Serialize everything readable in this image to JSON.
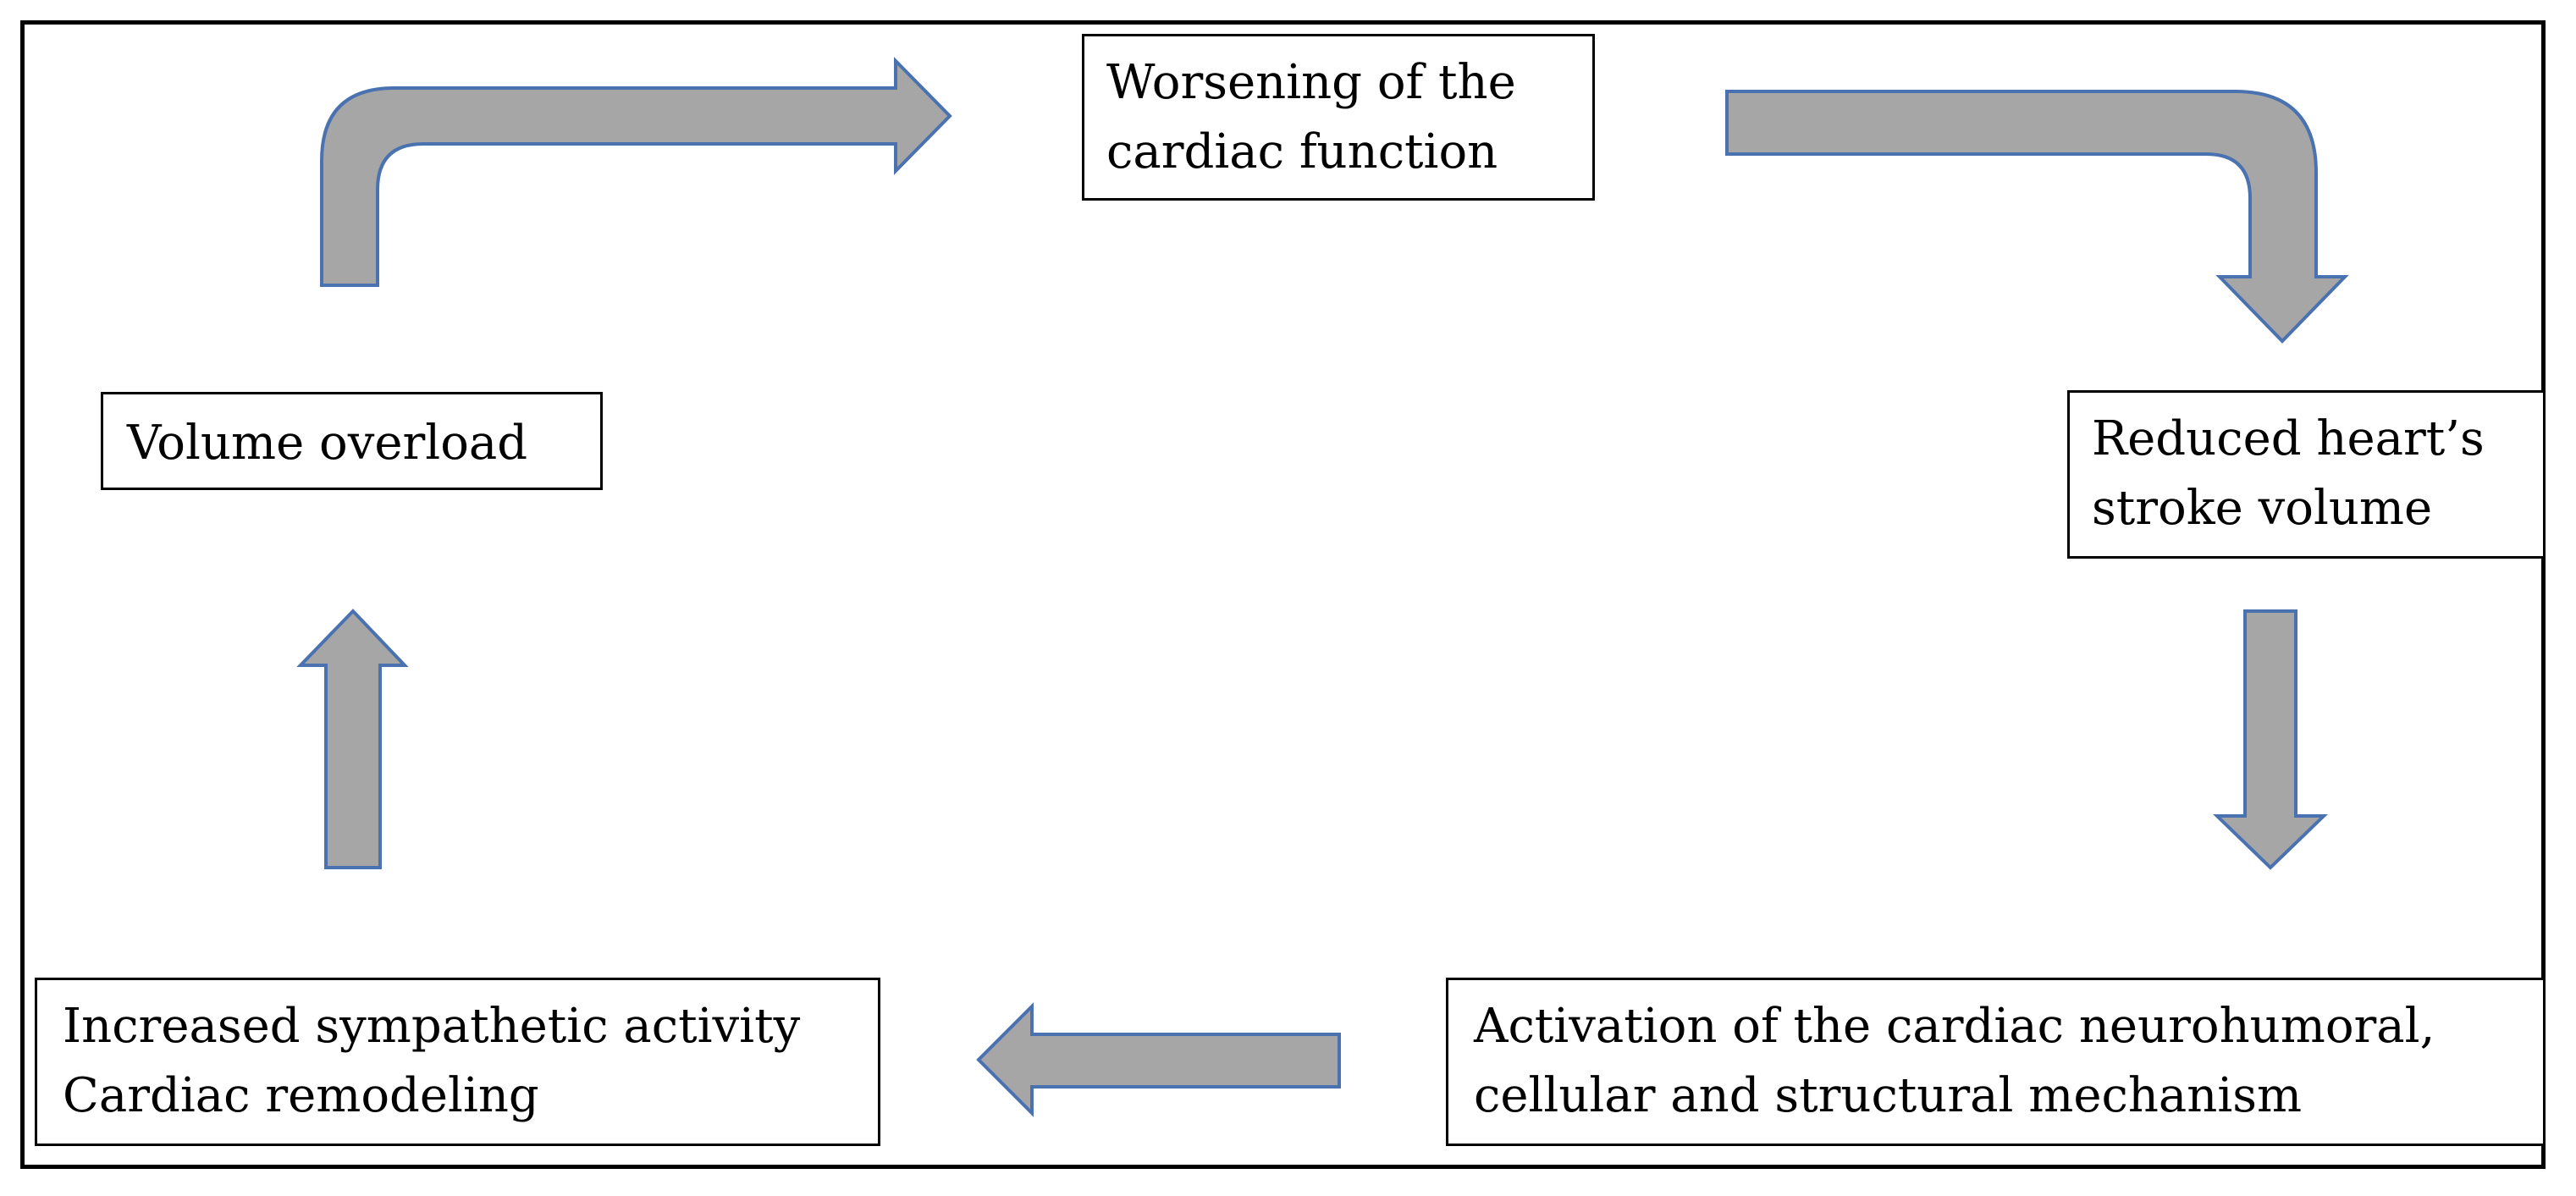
{
  "diagram": {
    "type": "cycle-flowchart",
    "nodes": [
      {
        "id": "worsening",
        "lines": [
          "Worsening of the",
          "cardiac function"
        ]
      },
      {
        "id": "reduced",
        "lines": [
          "Reduced heart’s",
          "stroke volume"
        ]
      },
      {
        "id": "activation",
        "lines": [
          "Activation of the cardiac neurohumoral,",
          "cellular and structural mechanism"
        ]
      },
      {
        "id": "sympathetic",
        "lines": [
          "Increased sympathetic activity",
          "Cardiac remodeling"
        ]
      },
      {
        "id": "volume",
        "lines": [
          "Volume overload"
        ]
      }
    ],
    "edges": [
      {
        "from": "worsening",
        "to": "reduced"
      },
      {
        "from": "reduced",
        "to": "activation"
      },
      {
        "from": "activation",
        "to": "sympathetic"
      },
      {
        "from": "sympathetic",
        "to": "volume"
      },
      {
        "from": "volume",
        "to": "worsening"
      }
    ],
    "colors": {
      "arrow_fill": "#a6a6a6",
      "arrow_stroke": "#4a72b0",
      "box_border": "#000000",
      "text": "#000000"
    }
  }
}
